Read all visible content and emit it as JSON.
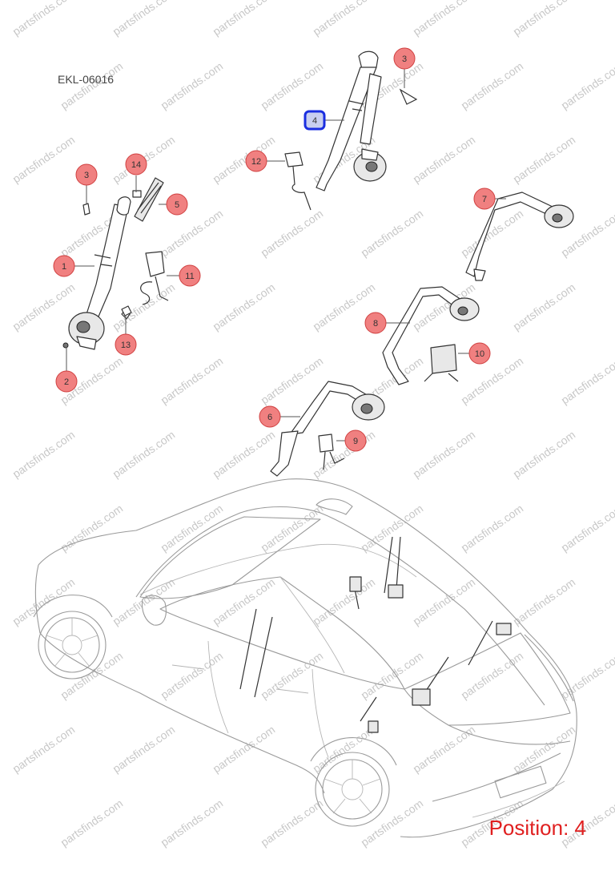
{
  "diagram_code": "EKL-06016",
  "watermark_text": "partsfinds.com",
  "position_label": "Position: 4",
  "colors": {
    "callout_fill": "#f08080",
    "callout_stroke": "#d04040",
    "selected_fill": "#c8cff0",
    "selected_stroke": "#1a2ee0",
    "position_text": "#e02020"
  },
  "callouts": [
    {
      "id": "c1",
      "label": "1"
    },
    {
      "id": "c2",
      "label": "2"
    },
    {
      "id": "c3a",
      "label": "3"
    },
    {
      "id": "c3b",
      "label": "3"
    },
    {
      "id": "c4",
      "label": "4",
      "selected": true
    },
    {
      "id": "c5",
      "label": "5"
    },
    {
      "id": "c6",
      "label": "6"
    },
    {
      "id": "c7",
      "label": "7"
    },
    {
      "id": "c8",
      "label": "8"
    },
    {
      "id": "c9",
      "label": "9"
    },
    {
      "id": "c10",
      "label": "10"
    },
    {
      "id": "c11",
      "label": "11"
    },
    {
      "id": "c12",
      "label": "12"
    },
    {
      "id": "c13",
      "label": "13"
    },
    {
      "id": "c14",
      "label": "14"
    }
  ]
}
